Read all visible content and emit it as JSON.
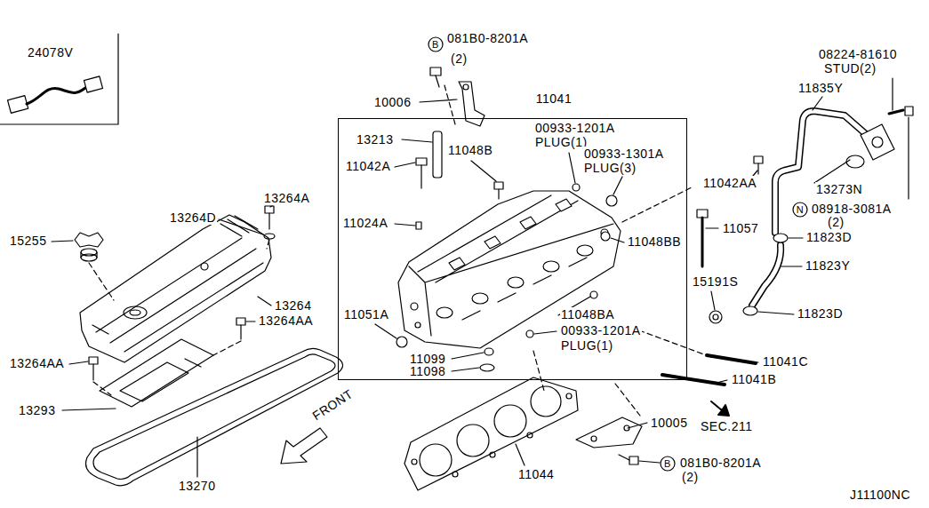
{
  "diagram": {
    "nodes": [
      {
        "text": [
          "11041"
        ]
      }
    ],
    "labels": [
      "24078V",
      "B",
      "081B0-8201A",
      "(2)",
      "10006",
      "00933-1201A",
      "PLUG(1)",
      "00933-1301A",
      "PLUG(3)",
      "13213",
      "11048B",
      "11042A",
      "11024A",
      "11048BB",
      "11051A",
      "11048BA",
      "00933-1201A",
      "PLUG(1)",
      "11099",
      "11098",
      "08224-81610",
      "STUD(2)",
      "11835Y",
      "11042AA",
      "13273N",
      "N",
      "08918-3081A",
      "(2)",
      "11057",
      "11823D",
      "11823Y",
      "15191S",
      "11823D",
      "11041C",
      "11041B",
      "SEC.211",
      "10005",
      "B",
      "081B0-8201A",
      "(2)",
      "11044",
      "13270",
      "FRONT",
      "13293",
      "13264AA",
      "13264AA",
      "13264",
      "15255",
      "13264D",
      "13264A",
      "J11100NC"
    ]
  }
}
